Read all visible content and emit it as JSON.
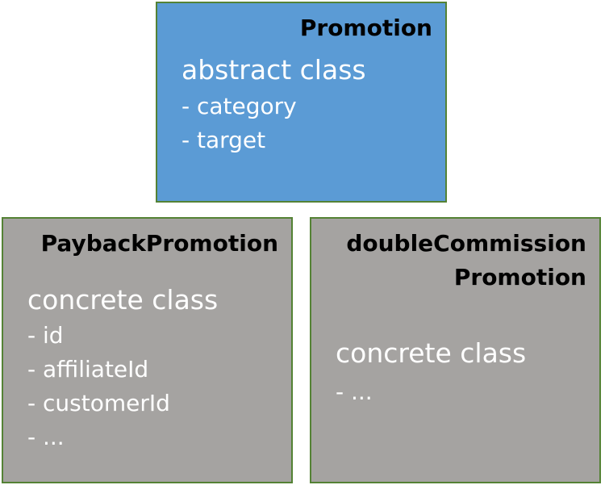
{
  "diagram": {
    "promotion": {
      "title": "Promotion",
      "kind": "abstract class",
      "fields": [
        "- category",
        "- target"
      ]
    },
    "payback": {
      "title": "PaybackPromotion",
      "kind": "concrete class",
      "fields": [
        "- id",
        "- affiliateId",
        "- customerId",
        "- ..."
      ]
    },
    "double": {
      "title_line1": "doubleCommission",
      "title_line2": "Promotion",
      "kind": "concrete class",
      "fields": [
        "- ..."
      ]
    }
  },
  "colors": {
    "abstract_fill": "#5b9bd5",
    "concrete_fill": "#a5a3a1",
    "border": "#548235",
    "title_text": "#000000",
    "body_text": "#ffffff"
  }
}
